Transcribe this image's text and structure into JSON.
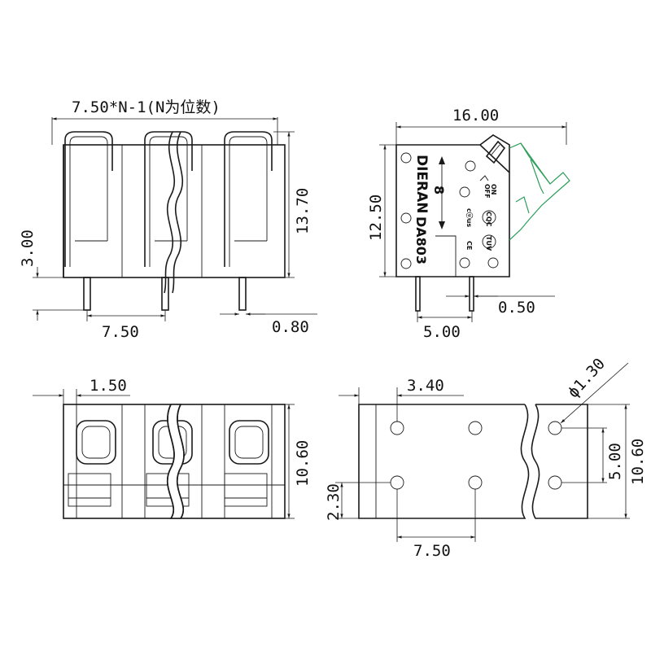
{
  "front_view": {
    "pitch_formula": "7.50*N-1(N为位数)",
    "height": "13.70",
    "pin_length": "3.00",
    "pitch": "7.50",
    "pin_width": "0.80"
  },
  "side_view": {
    "width": "16.00",
    "height": "12.50",
    "pin_spacing": "5.00",
    "pin_thickness": "0.50",
    "brand": "DIERAN",
    "model": "DA803",
    "lever_on": "ON",
    "lever_off": "OFF",
    "cert_ul": "cⓤus",
    "cert_ce": "CE",
    "cert_cqc": "CQC",
    "cert_tuv": "TUV"
  },
  "top_view": {
    "edge_offset": "1.50",
    "depth": "10.60"
  },
  "pcb_layout": {
    "edge_offset": "3.40",
    "hole_diameter": "ϕ1.30",
    "row_spacing": "5.00",
    "depth": "10.60",
    "bottom_offset": "2.30",
    "pitch": "7.50"
  },
  "colors": {
    "line": "#1a1a1a",
    "open_lever": "#2e9e5b"
  }
}
